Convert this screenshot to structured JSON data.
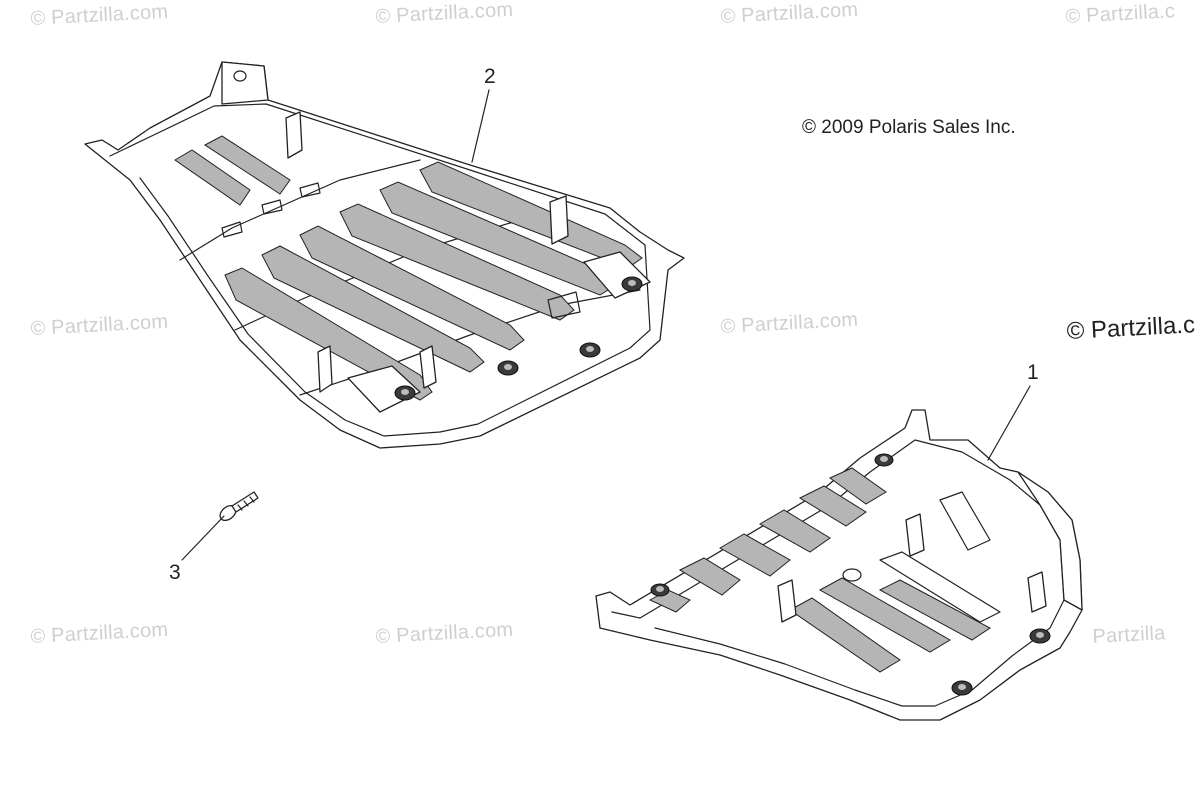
{
  "watermark": {
    "text": "© Partzilla.com",
    "text_cut": "© Partzilla.c",
    "text_edge": "© Partzilla.c",
    "text_edge_bottom": "Partzilla"
  },
  "copyright": "© 2009 Polaris Sales Inc.",
  "callouts": [
    {
      "label": "2",
      "part": "upper skid plate"
    },
    {
      "label": "1",
      "part": "lower skid plate"
    },
    {
      "label": "3",
      "part": "screw"
    }
  ],
  "colors": {
    "line": "#222222",
    "watermark": "#cfcfcf",
    "rib_fill": "#b5b5b5",
    "background": "#ffffff"
  }
}
